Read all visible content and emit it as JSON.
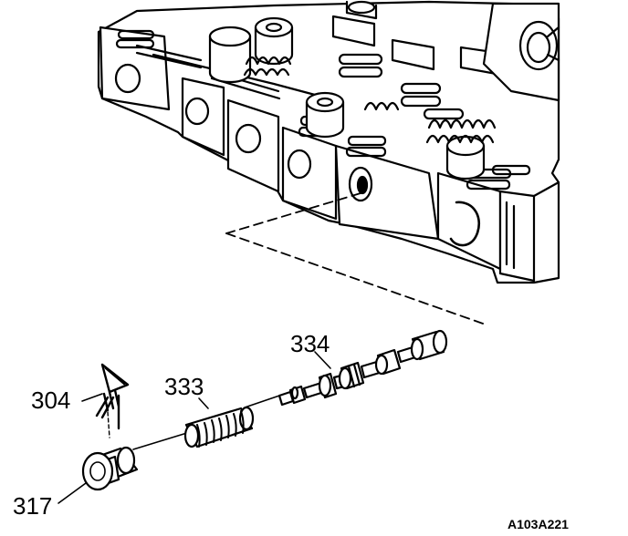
{
  "diagram": {
    "callouts": {
      "c304": "304",
      "c333": "333",
      "c334": "334",
      "c317": "317"
    },
    "figure_code": "A103A221"
  },
  "colors": {
    "ink": "#000000",
    "paper": "#ffffff"
  }
}
